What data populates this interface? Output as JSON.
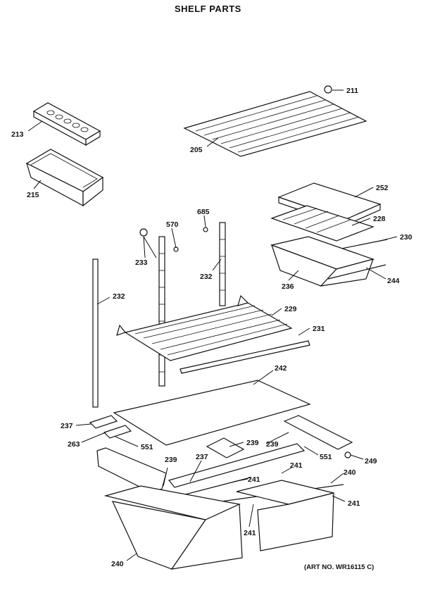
{
  "title": "SHELF PARTS",
  "art_note": "(ART NO. WR16115 C)",
  "callouts": [
    {
      "id": "c213",
      "text": "213"
    },
    {
      "id": "c215",
      "text": "215"
    },
    {
      "id": "c205",
      "text": "205"
    },
    {
      "id": "c211",
      "text": "211"
    },
    {
      "id": "c252",
      "text": "252"
    },
    {
      "id": "c228",
      "text": "228"
    },
    {
      "id": "c230",
      "text": "230"
    },
    {
      "id": "c236",
      "text": "236"
    },
    {
      "id": "c244",
      "text": "244"
    },
    {
      "id": "c685",
      "text": "685"
    },
    {
      "id": "c570",
      "text": "570"
    },
    {
      "id": "c233",
      "text": "233"
    },
    {
      "id": "c232a",
      "text": "232"
    },
    {
      "id": "c232b",
      "text": "232"
    },
    {
      "id": "c229",
      "text": "229"
    },
    {
      "id": "c231",
      "text": "231"
    },
    {
      "id": "c242",
      "text": "242"
    },
    {
      "id": "c237a",
      "text": "237"
    },
    {
      "id": "c263",
      "text": "263"
    },
    {
      "id": "c551a",
      "text": "551"
    },
    {
      "id": "c239a",
      "text": "239"
    },
    {
      "id": "c239b",
      "text": "239"
    },
    {
      "id": "c239c",
      "text": "239"
    },
    {
      "id": "c551b",
      "text": "551"
    },
    {
      "id": "c249",
      "text": "249"
    },
    {
      "id": "c237b",
      "text": "237"
    },
    {
      "id": "c241a",
      "text": "241"
    },
    {
      "id": "c241b",
      "text": "241"
    },
    {
      "id": "c240a",
      "text": "240"
    },
    {
      "id": "c241c",
      "text": "241"
    },
    {
      "id": "c241d",
      "text": "241"
    },
    {
      "id": "c240b",
      "text": "240"
    }
  ]
}
